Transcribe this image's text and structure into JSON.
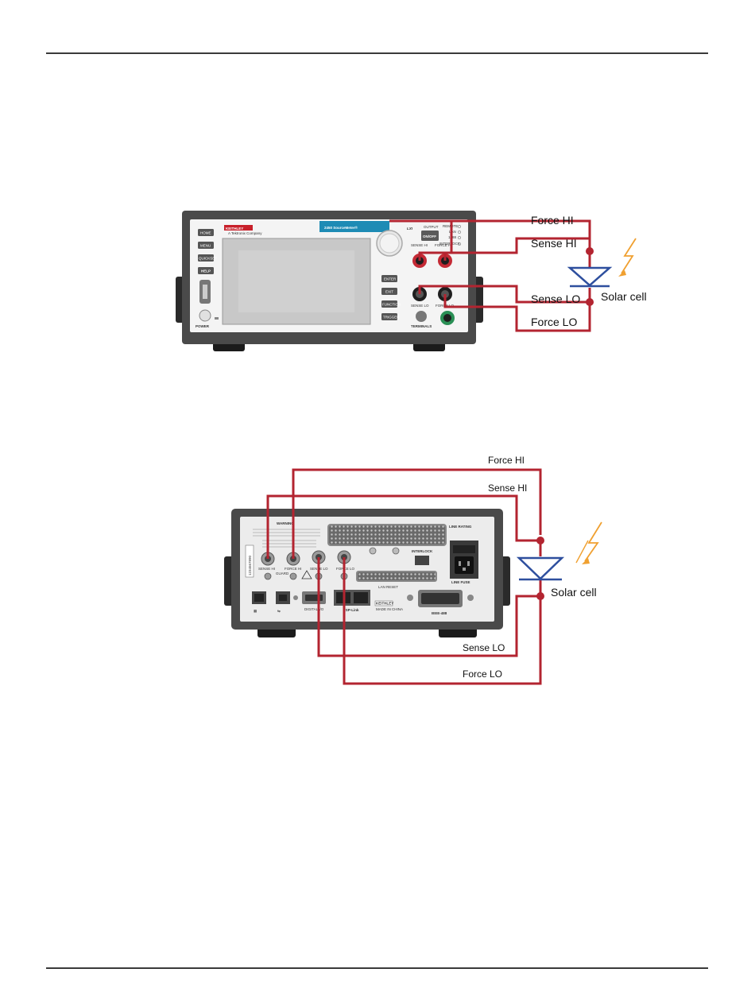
{
  "front_panel": {
    "brand": "KEITHLEY",
    "brand_sub": "A Tektronix Company",
    "model": "2450 SourceMeter®",
    "lxi": "LXI",
    "output_label": "OUTPUT",
    "onoff": "ON/OFF",
    "status_lights": [
      "REMOTE",
      "LAN",
      "1588",
      "INTERLOCK"
    ],
    "left_buttons": [
      "HOME",
      "MENU",
      "QUICKSET",
      "HELP"
    ],
    "right_buttons": [
      "ENTER",
      "EXIT",
      "FUNCTION",
      "TRIGGER"
    ],
    "power_label": "POWER",
    "terminals_label": "TERMINALS",
    "terminal_labels": [
      "SENSE HI",
      "FORCE HI",
      "SENSE LO",
      "FORCE LO"
    ],
    "wire_labels": {
      "force_hi": "Force HI",
      "sense_hi": "Sense HI",
      "sense_lo": "Sense LO",
      "force_lo": "Force LO"
    },
    "device_label": "Solar cell"
  },
  "rear_panel": {
    "warning": "WARNING",
    "serial": "1234567890",
    "terminal_labels": [
      "SENSE HI",
      "FORCE HI",
      "SENSE LO",
      "FORCE LO"
    ],
    "guard": "GUARD",
    "interlock": "INTERLOCK",
    "line_rating": "LINE RATING",
    "line_fuse": "LINE FUSE",
    "lan_reset": "LAN RESET",
    "digital_io": "DIGITAL I/O",
    "tsp_link": "TSP-Link",
    "brand": "KEITHLEY",
    "made_in": "MADE IN CHINA",
    "ieee": "IEEE-488",
    "wire_labels": {
      "force_hi": "Force HI",
      "sense_hi": "Sense HI",
      "sense_lo": "Sense LO",
      "force_lo": "Force LO"
    },
    "device_label": "Solar cell"
  },
  "colors": {
    "wire": "#b32430",
    "diode": "#2e4f9e",
    "lightning": "#f0a030",
    "chassis": "#3f3f3f",
    "model_badge": "#1e8bb5"
  }
}
